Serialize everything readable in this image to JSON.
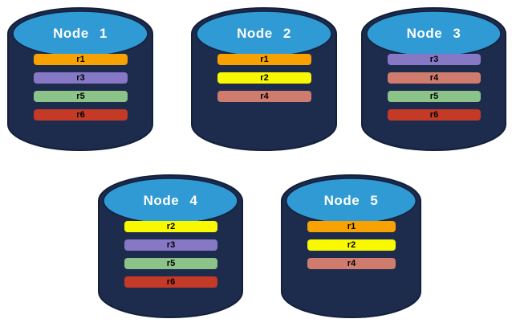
{
  "colors": {
    "canvas_bg": "#ffffff",
    "cylinder_body": "#1d2b4d",
    "cylinder_outline": "#13203c",
    "cylinder_top_fill": "#2f9ad3",
    "node_label_text": "#ffffff",
    "bar_text": "#000000"
  },
  "replica_colors": {
    "r1": "#f8a202",
    "r2": "#f8f800",
    "r3": "#8778c5",
    "r4": "#cf7c6f",
    "r5": "#8cc389",
    "r6": "#c43a26"
  },
  "nodes": [
    {
      "label": "Node 1",
      "replicas": [
        "r1",
        "r3",
        "r5",
        "r6"
      ]
    },
    {
      "label": "Node 2",
      "replicas": [
        "r1",
        "r2",
        "r4"
      ]
    },
    {
      "label": "Node 3",
      "replicas": [
        "r3",
        "r4",
        "r5",
        "r6"
      ]
    },
    {
      "label": "Node 4",
      "replicas": [
        "r2",
        "r3",
        "r5",
        "r6"
      ]
    },
    {
      "label": "Node 5",
      "replicas": [
        "r1",
        "r2",
        "r4"
      ]
    }
  ]
}
